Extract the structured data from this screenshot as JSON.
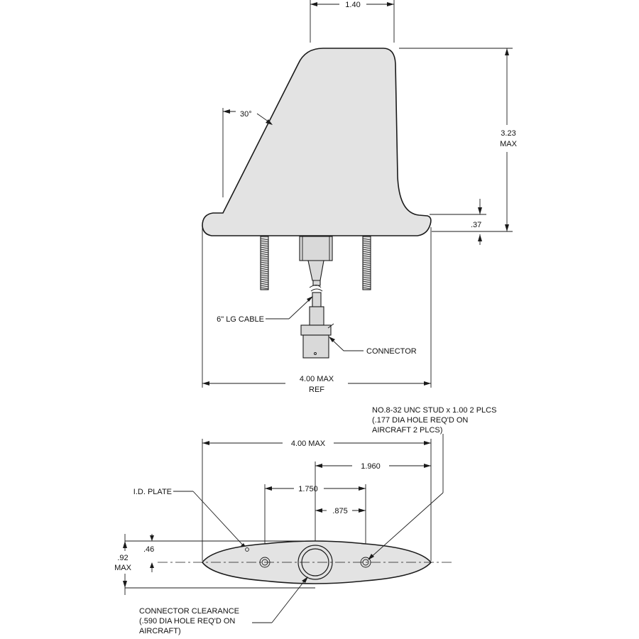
{
  "side_view": {
    "top_width": "1.40",
    "angle": "30°",
    "height_value": "3.23",
    "height_note": "MAX",
    "base_thickness": ".37",
    "width_value": "4.00 MAX",
    "width_note": "REF",
    "cable_label": "6\" LG CABLE",
    "connector_label": "CONNECTOR"
  },
  "bottom_view": {
    "stud_note": [
      "NO.8-32 UNC STUD x 1.00 2 PLCS",
      "(.177 DIA HOLE REQ'D ON",
      "AIRCRAFT 2 PLCS)"
    ],
    "overall_width": "4.00 MAX",
    "stud_offset": "1.960",
    "stud_spacing": "1.750",
    "half_spacing": ".875",
    "id_plate_label": "I.D. PLATE",
    "half_depth": ".46",
    "depth_value": ".92",
    "depth_note": "MAX",
    "clearance_note": [
      "CONNECTOR CLEARANCE",
      "(.590 DIA HOLE REQ'D ON",
      "AIRCRAFT)"
    ]
  }
}
